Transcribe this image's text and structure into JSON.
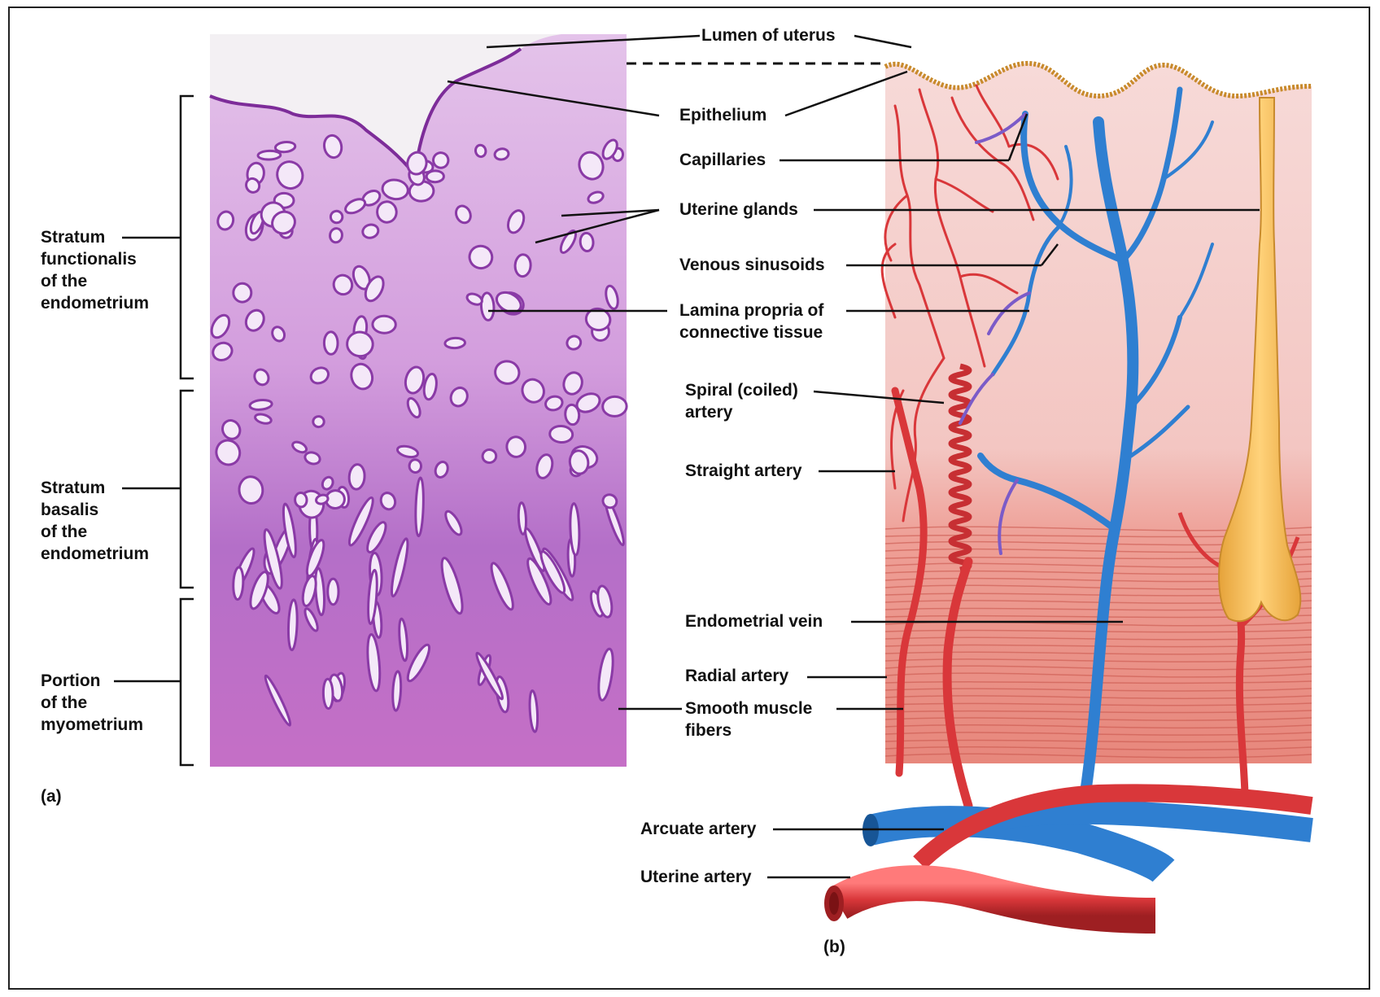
{
  "colors": {
    "histology_light": "#d59bde",
    "histology_dark": "#8a3aa6",
    "gland": "#b25ec4",
    "gland_lumen": "#f4e8f8",
    "tissue_pink": "#f6d3d1",
    "muscle": "#e8857a",
    "artery": "#d9373a",
    "vein": "#2f7fd1",
    "gland_yellow": "#f2b84b",
    "epithelium": "#c88a2c"
  },
  "labels": {
    "lumen": "Lumen of uterus",
    "epithelium": "Epithelium",
    "capillaries": "Capillaries",
    "uterine_glands": "Uterine glands",
    "venous_sinusoids": "Venous sinusoids",
    "lamina_propria": "Lamina propria of\nconnective tissue",
    "spiral_artery": "Spiral (coiled)\nartery",
    "straight_artery": "Straight artery",
    "endometrial_vein": "Endometrial vein",
    "radial_artery": "Radial artery",
    "smooth_muscle": "Smooth muscle\nfibers",
    "arcuate_artery": "Arcuate artery",
    "uterine_artery": "Uterine artery",
    "stratum_functionalis": "Stratum\nfunctionalis\nof the\nendometrium",
    "stratum_basalis": "Stratum\nbasalis\nof the\nendometrium",
    "myometrium": "Portion\nof the\nmyometrium",
    "panel_a": "(a)",
    "panel_b": "(b)"
  }
}
